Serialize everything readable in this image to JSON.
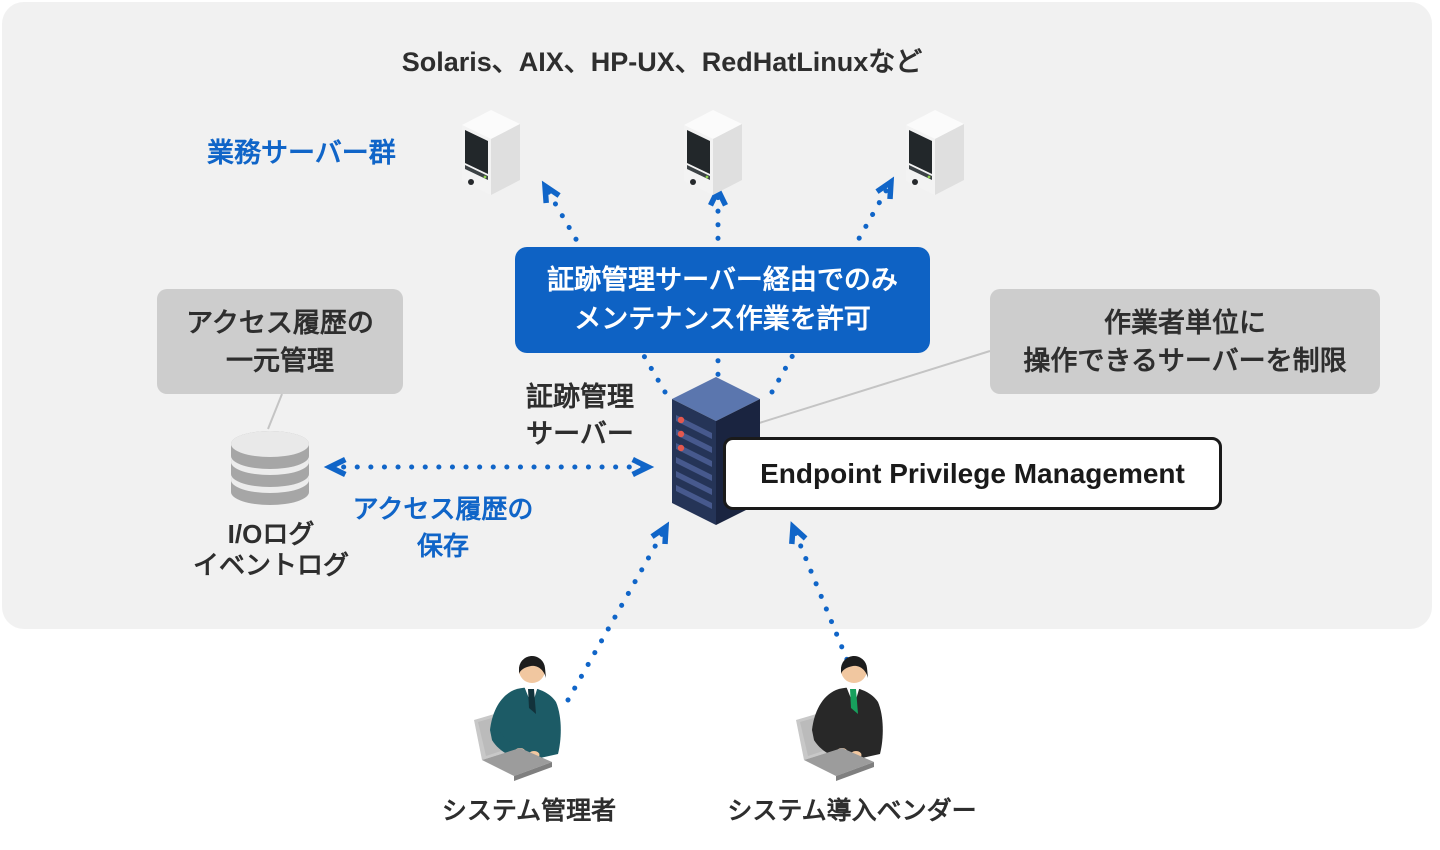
{
  "colors": {
    "accent_blue": "#0E62C4",
    "arrow_blue": "#1065C8",
    "panel_gray": "#F1F1F1",
    "note_gray": "#CDCDCD",
    "text_dark": "#2E2E2E"
  },
  "header": {
    "os_list": "Solaris、AIX、HP-UX、RedHatLinuxなど"
  },
  "business_servers": {
    "label": "業務サーバー群"
  },
  "permission_note": {
    "line1": "証跡管理サーバー経由でのみ",
    "line2": "メンテナンス作業を許可"
  },
  "access_history_note": {
    "line1": "アクセス履歴の",
    "line2": "一元管理"
  },
  "restriction_note": {
    "line1": "作業者単位に",
    "line2": "操作できるサーバーを制限"
  },
  "audit_server": {
    "label_line1": "証跡管理",
    "label_line2": "サーバー",
    "product_name": "Endpoint Privilege Management"
  },
  "log_store": {
    "label_line1": "I/Oログ",
    "label_line2": "イベントログ",
    "save_line1": "アクセス履歴の",
    "save_line2": "保存"
  },
  "actors": {
    "admin": "システム管理者",
    "vendor": "システム導入ベンダー"
  }
}
